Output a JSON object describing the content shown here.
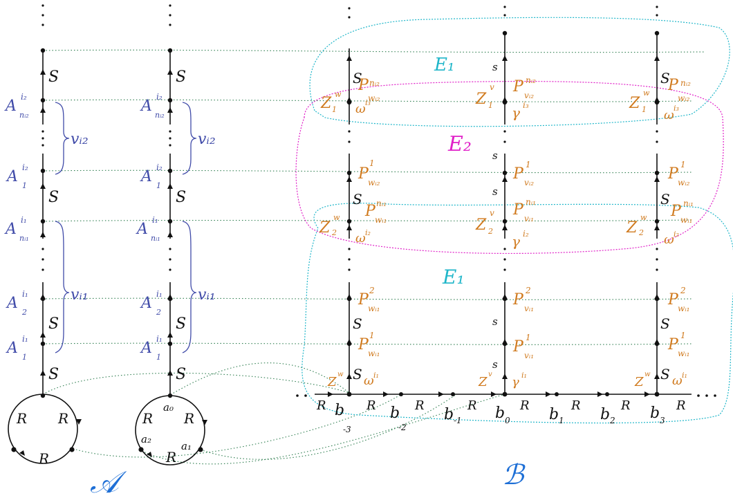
{
  "colors": {
    "ink": "#111111",
    "left_labels": "#3f4aa8",
    "right_labels": "#d07a1e",
    "E1": "#1fb6c9",
    "E2": "#e020c8",
    "A_B_letters": "#1e6fd6",
    "dotted_links": "#2e7d4f"
  },
  "left": {
    "edge_S": "S",
    "edge_R": "R",
    "A_i2_n": "A",
    "A_i2_n_sup": "i₂",
    "A_i2_n_sub": "nᵢ₂",
    "A_i2_1": "A",
    "A_i2_1_sup": "i₂",
    "A_i2_1_sub": "1",
    "A_i1_n": "A",
    "A_i1_n_sup": "i₁",
    "A_i1_n_sub": "nᵢ₁",
    "A_i1_2": "A",
    "A_i1_2_sup": "i₁",
    "A_i1_2_sub": "2",
    "A_i1_1": "A",
    "A_i1_1_sup": "i₁",
    "A_i1_1_sub": "1",
    "v_i2": "vᵢ₂",
    "v_i1": "vᵢ₁",
    "a0": "a₀",
    "a1": "a₁",
    "a2": "a₂",
    "letter_A": "𝒜"
  },
  "right": {
    "E1": "E₁",
    "E2": "E₂",
    "s": "s",
    "S": "S",
    "R": "R",
    "Z1": "Z",
    "Z1_sub": "1",
    "Z2": "Z",
    "Z2_sub": "2",
    "Zw_sup": "w",
    "Zv_sup": "v",
    "P": "P",
    "P_w_ni2_sup": "nᵢ₂",
    "P_w_ni2_sub": "wᵢ₂",
    "P_v_ni2_sub": "vᵢ₂",
    "P_1_sup": "1",
    "P_2_sup": "2",
    "P_w_i2_sub": "wᵢ₂",
    "P_v_i2_sub": "vᵢ₂",
    "P_ni1_sup": "nᵢ₁",
    "P_w_i1_sub": "wᵢ₁",
    "P_v_i1_sub": "vᵢ₁",
    "omega": "ω",
    "omega_i3_sup": "i₃",
    "omega_i2_sup": "i₂",
    "omega_i1_sup": "i₁",
    "gamma": "γ",
    "b_m3": "b",
    "b_m3_sub": "-3",
    "b_m2": "b",
    "b_m2_sub": "-2",
    "b_m1": "b",
    "b_m1_sub": "-1",
    "b_0": "b",
    "b_0_sub": "0",
    "b_1": "b",
    "b_1_sub": "1",
    "b_2": "b",
    "b_2_sub": "2",
    "b_3": "b",
    "b_3_sub": "3",
    "letter_B": "ℬ"
  }
}
